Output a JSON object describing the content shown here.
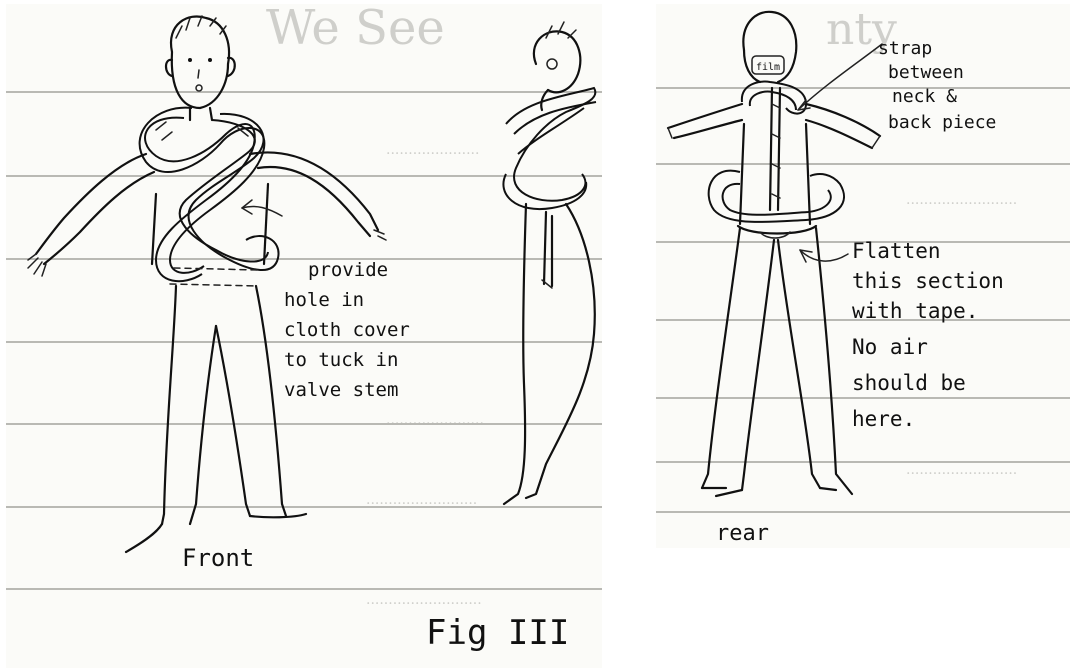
{
  "figure": {
    "caption": "Fig III",
    "front": {
      "label": "Front",
      "annotation": [
        "provide",
        "hole in",
        "cloth cover",
        "to tuck in",
        "valve stem"
      ]
    },
    "rear": {
      "label": "rear",
      "film_tag": "film",
      "strap_note": [
        "strap",
        "between",
        "neck &",
        "back piece"
      ],
      "flatten_note": [
        "Flatten",
        "this section",
        "with tape.",
        "No air",
        "should be",
        "here."
      ]
    }
  },
  "colors": {
    "paper": "#fbfbf8",
    "rule": "#b9b9b4",
    "ink": "#111111",
    "bleed_through": "#cfcfcb"
  }
}
